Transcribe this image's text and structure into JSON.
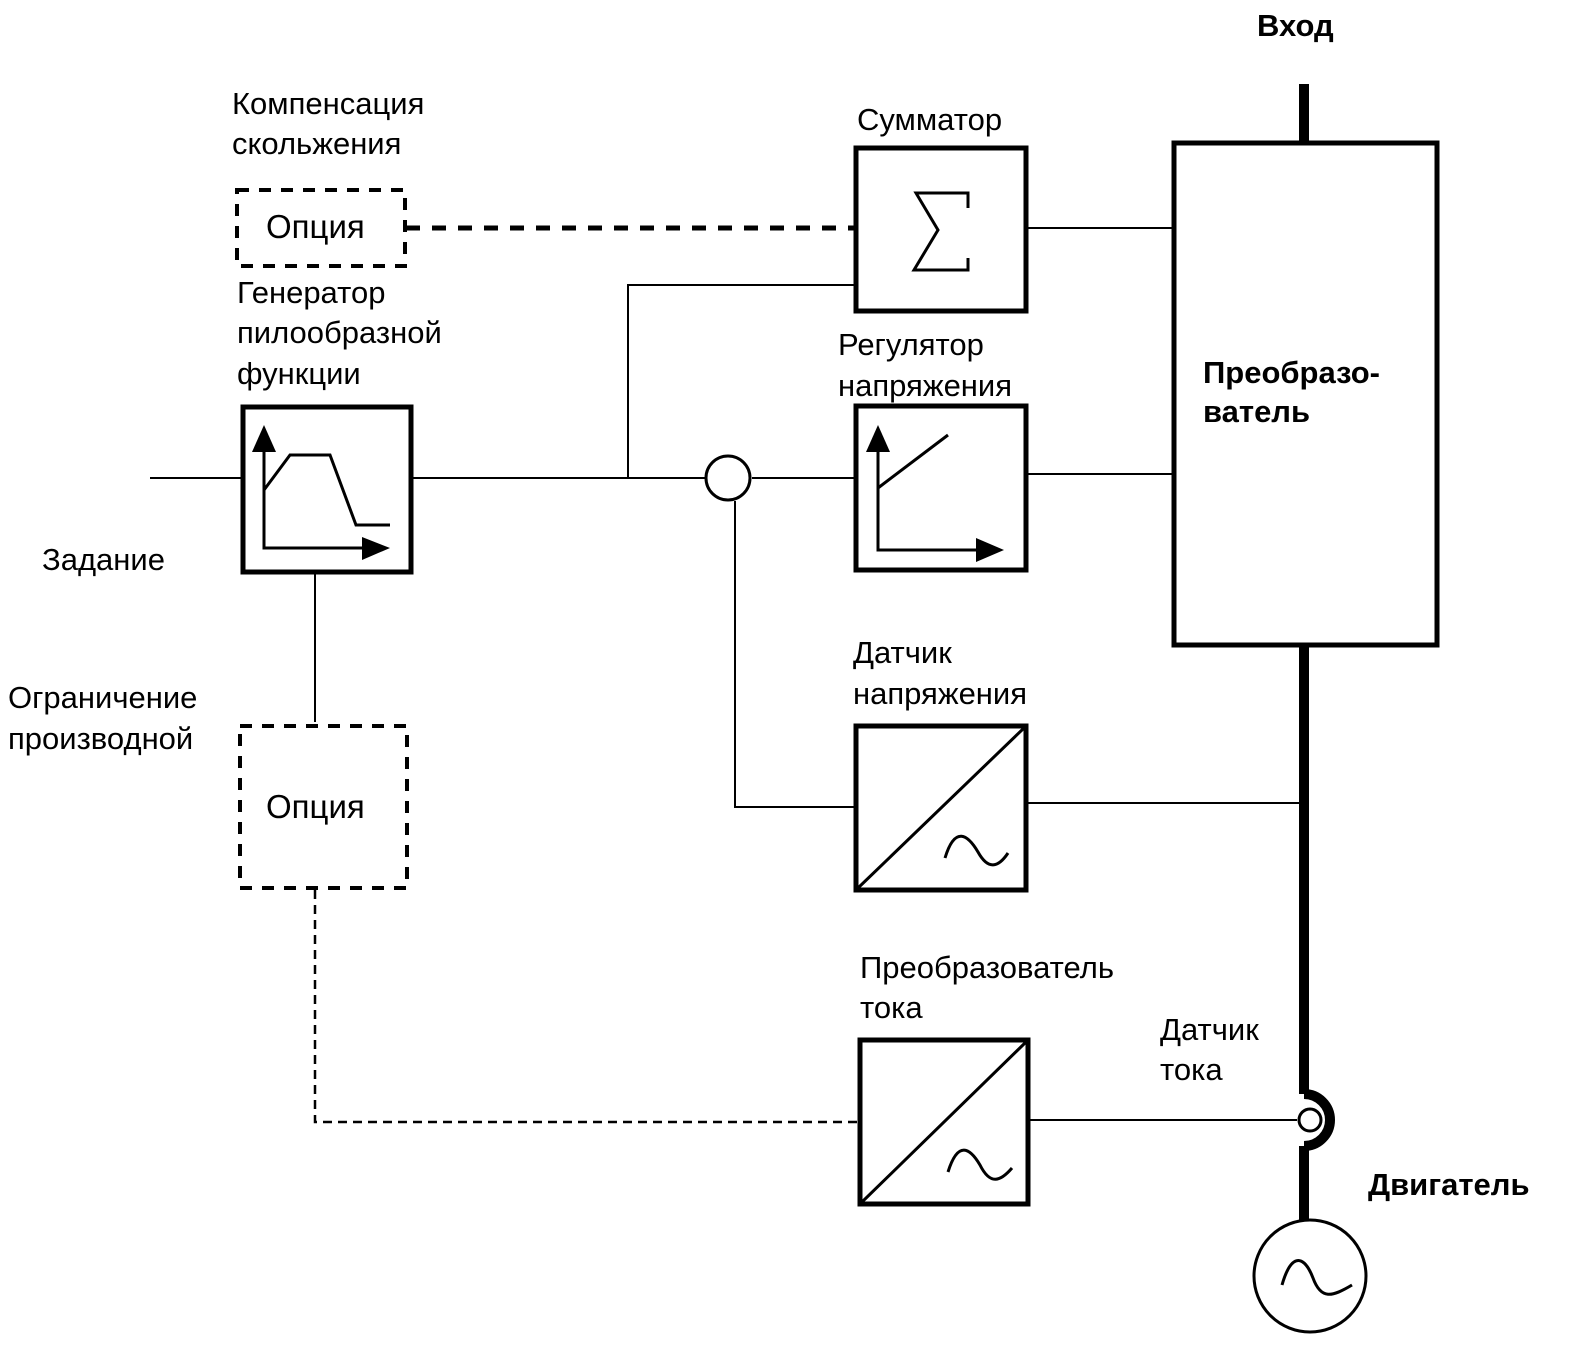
{
  "diagram": {
    "type": "block-diagram",
    "blocks": {
      "slip_compensation": {
        "title_line1": "Компенсация",
        "title_line2": "скольжения",
        "content": "Опция"
      },
      "ramp_generator": {
        "title_line1": "Генератор",
        "title_line2": "пилообразной",
        "title_line3": "функции"
      },
      "summator": {
        "title": "Сумматор",
        "symbol": "Σ"
      },
      "voltage_regulator": {
        "title_line1": "Регулятор",
        "title_line2": "напряжения"
      },
      "converter": {
        "title_line1": "Преобразо-",
        "title_line2": "ватель"
      },
      "voltage_sensor": {
        "title_line1": "Датчик",
        "title_line2": "напряжения"
      },
      "derivative_limit": {
        "title_line1": "Ограничение",
        "title_line2": "производной",
        "content": "Опция"
      },
      "current_converter": {
        "title_line1": "Преобразователь",
        "title_line2": "тока"
      },
      "current_sensor": {
        "title_line1": "Датчик",
        "title_line2": "тока"
      },
      "motor": {
        "title": "Двигатель"
      }
    },
    "labels": {
      "input": "Вход",
      "setpoint": "Задание"
    },
    "icons": {
      "ramp": "ramp-function-icon",
      "linear": "linear-function-icon",
      "ac_dc": "ac-dc-converter-icon",
      "sine": "sine-wave-icon",
      "sum": "sigma-icon",
      "motor": "ac-motor-icon"
    }
  }
}
